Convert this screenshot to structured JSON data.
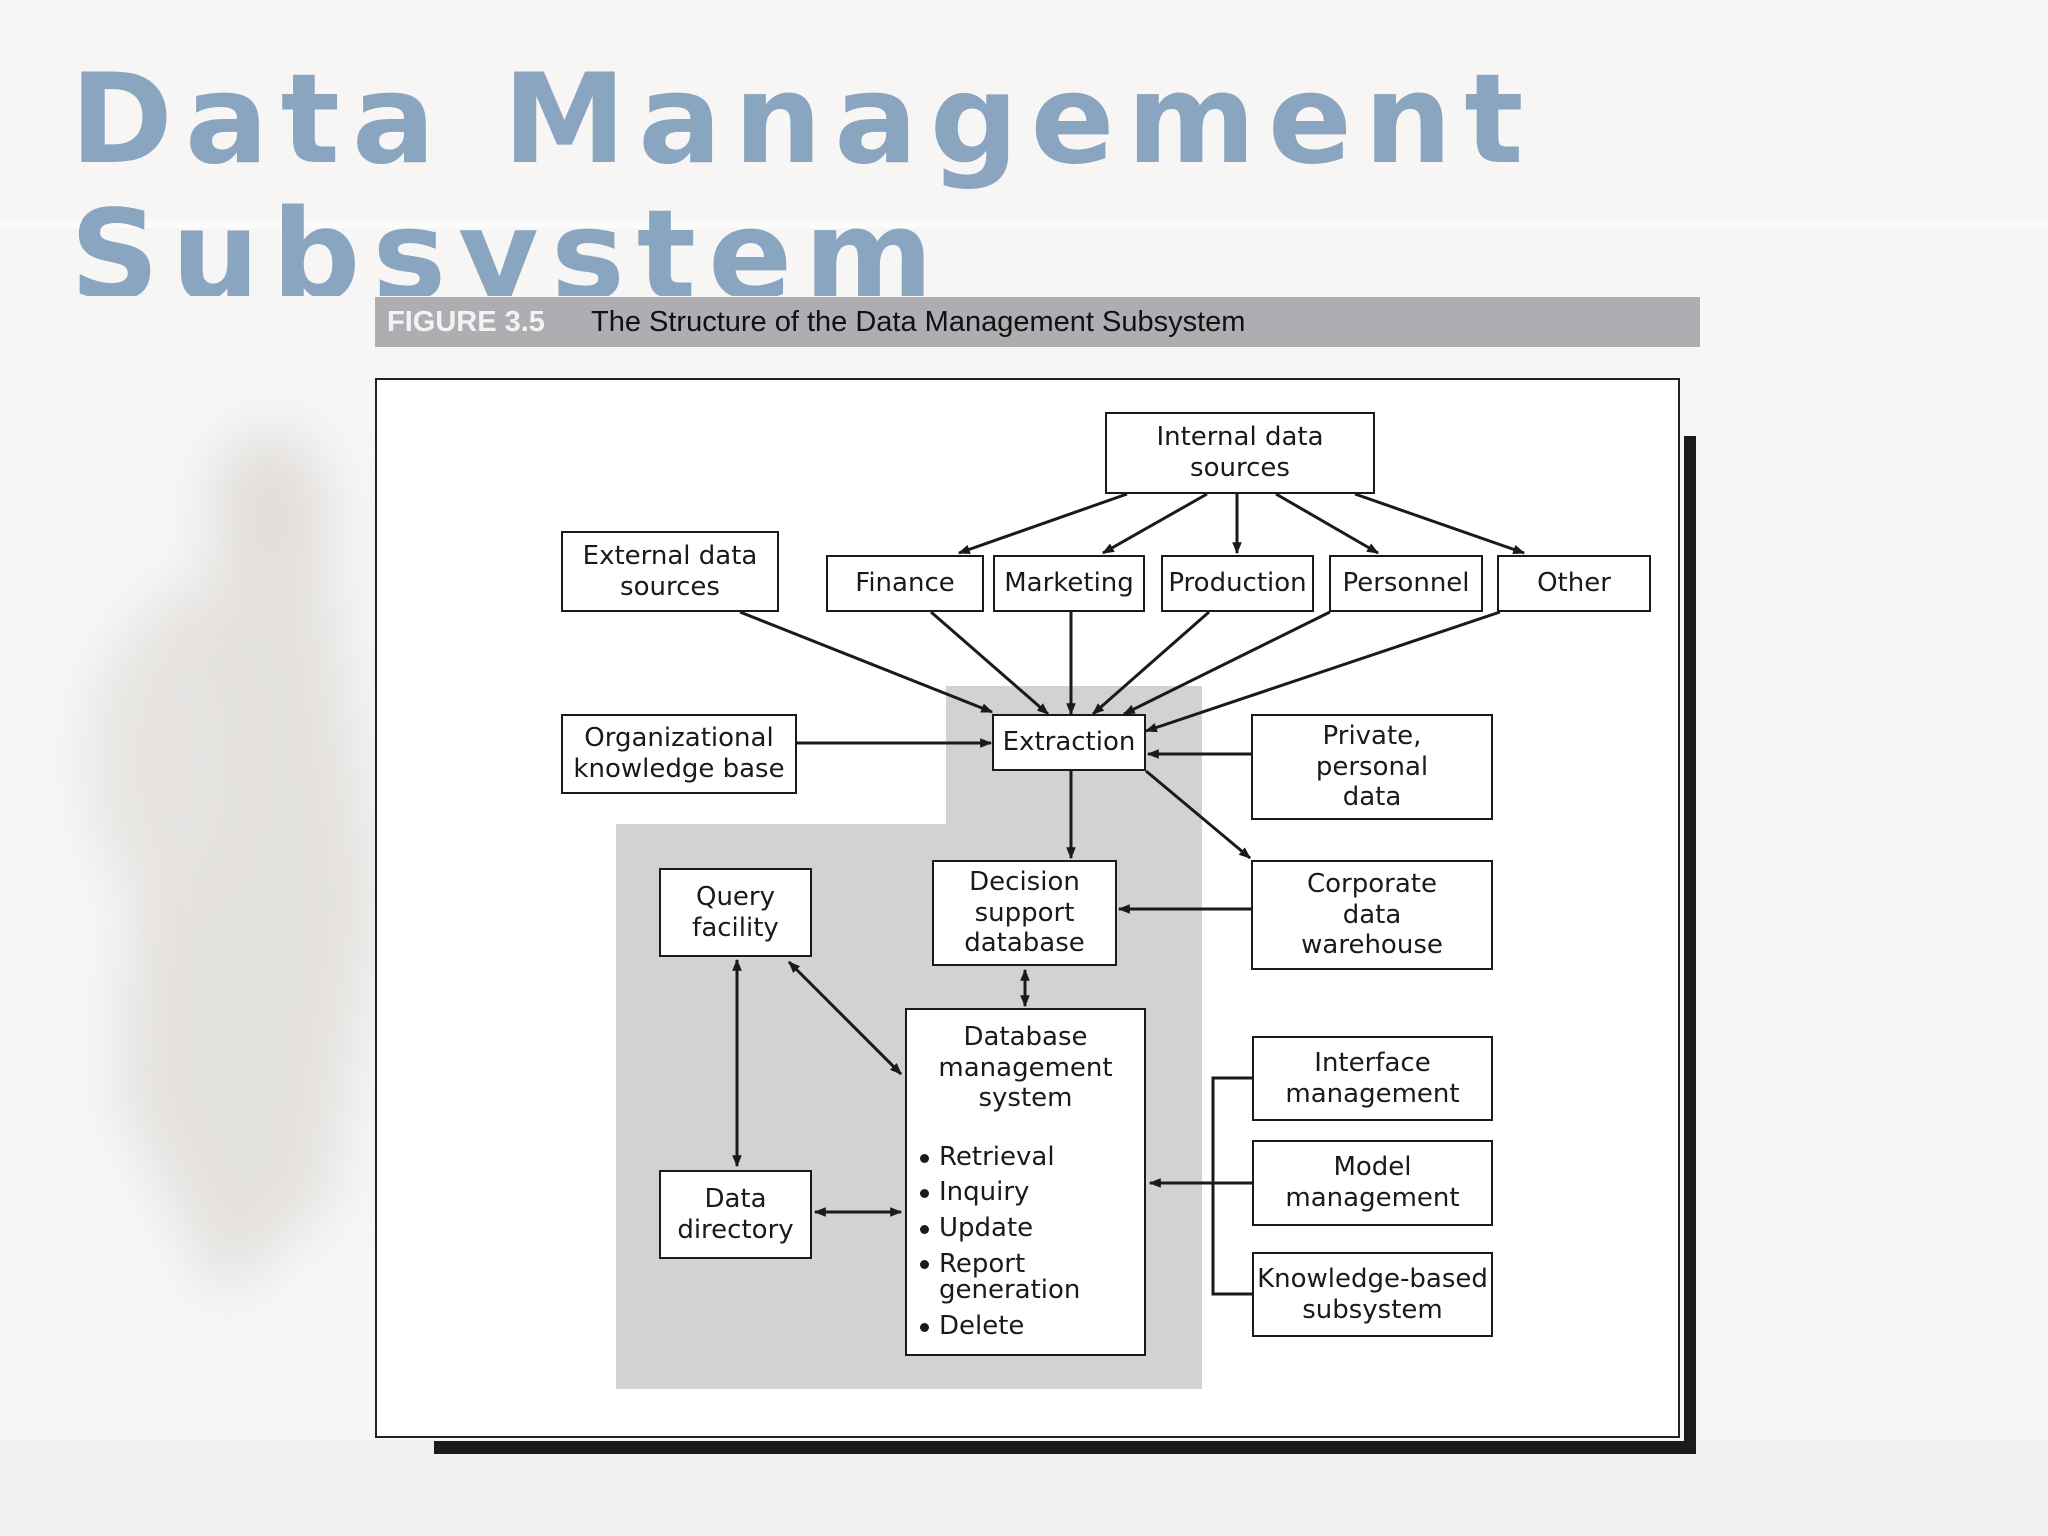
{
  "slide": {
    "title_line_1": "Data Management",
    "title_line_2": "Subsystem"
  },
  "figure": {
    "number": "FIGURE 3.5",
    "caption": "The Structure of the Data Management Subsystem"
  },
  "diagram": {
    "nodes": {
      "internal_sources": "Internal data\nsources",
      "external_sources": "External data\nsources",
      "finance": "Finance",
      "marketing": "Marketing",
      "production": "Production",
      "personnel": "Personnel",
      "other": "Other",
      "org_kb": "Organizational\nknowledge base",
      "extraction": "Extraction",
      "private_data": "Private,\npersonal\ndata",
      "corporate_dw": "Corporate\ndata\nwarehouse",
      "dss_db": "Decision\nsupport\ndatabase",
      "query_facility": "Query\nfacility",
      "dbms_title": "Database\nmanagement\nsystem",
      "data_directory": "Data\ndirectory",
      "interface_mgmt": "Interface\nmanagement",
      "model_mgmt": "Model\nmanagement",
      "kb_subsystem": "Knowledge-based\nsubsystem"
    },
    "dbms_functions": [
      "Retrieval",
      "Inquiry",
      "Update",
      "Report\ngeneration",
      "Delete"
    ],
    "colors": {
      "title": "#8aa5c0",
      "header_bar": "#aeaeb2",
      "shaded_region": "#d2d2d4",
      "line": "#1a1a1a"
    }
  }
}
